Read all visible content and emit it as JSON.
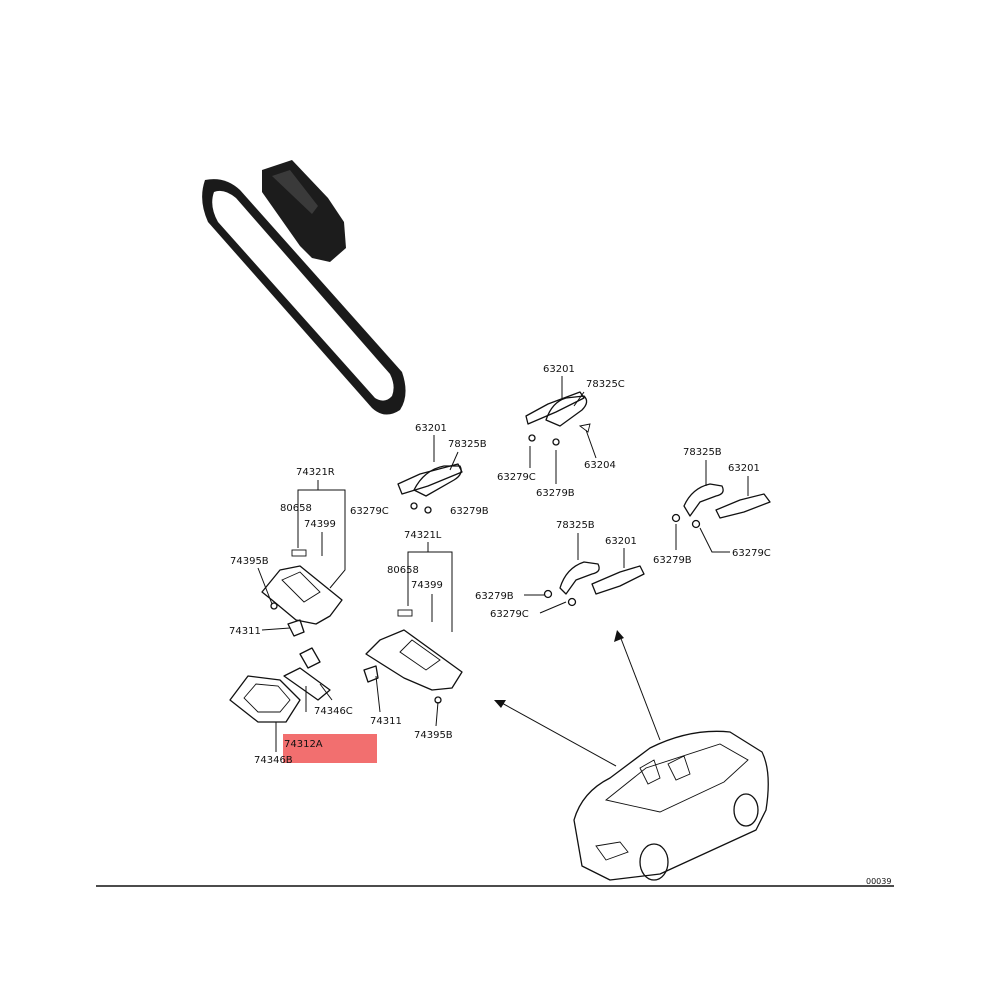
{
  "labels": {
    "p63201_top": "63201",
    "p78325c": "78325C",
    "p63279c_top": "63279C",
    "p63204": "63204",
    "p63279b_top": "63279B",
    "p63201_mid": "63201",
    "p78325b_mid": "78325B",
    "p63279c_mid": "63279C",
    "p63279b_mid": "63279B",
    "p78325b_right": "78325B",
    "p63201_right": "63201",
    "p63279b_right": "63279B",
    "p63279c_right": "63279C",
    "p78325b_center": "78325B",
    "p63201_center": "63201",
    "p63279b_center": "63279B",
    "p63279c_center": "63279C",
    "p74321r": "74321R",
    "p80658_r": "80658",
    "p74399_r": "74399",
    "p74395b_r": "74395B",
    "p74311_r": "74311",
    "p74321l": "74321L",
    "p80658_l": "80658",
    "p74399_l": "74399",
    "p74311_l": "74311",
    "p74395b_l": "74395B",
    "p74346c": "74346C",
    "p74312a": "74312A",
    "p74346b": "74346B",
    "code": "00039"
  },
  "colors": {
    "highlight": "#f26f6f",
    "ink": "#111111",
    "mirror": "#1c1c1c"
  }
}
